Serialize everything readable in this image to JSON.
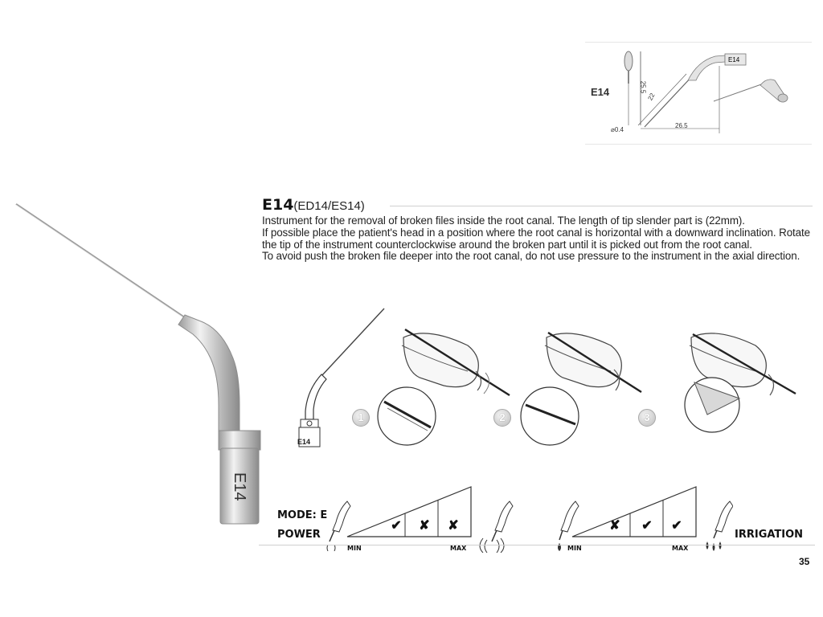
{
  "tech_drawing": {
    "model": "E14",
    "tip_label": "E14",
    "dim_height": "25.5",
    "dim_length": "22",
    "dim_width": "26.5",
    "dim_diameter": "⌀0.4"
  },
  "large_tip": {
    "engraving": "E14"
  },
  "heading": {
    "model": "E14",
    "variants": "(ED14/ES14)"
  },
  "description": [
    "Instrument for the removal of broken files inside the root canal. The length of tip slender part is (22mm).",
    "If possible place the patient's head in a position where the root canal is horizontal with a downward inclination. Rotate the tip of the instrument counterclockwise around the broken part until it is picked out from the root canal.",
    "To avoid push the broken file deeper into the root canal, do not use pressure to the instrument in the axial direction."
  ],
  "steps": [
    "1",
    "2",
    "3"
  ],
  "small_tip_label": "E14",
  "settings": {
    "mode_label": "MODE: E",
    "power_label": "POWER",
    "irrigation_label": "IRRIGATION",
    "power_min": "MIN",
    "power_max": "MAX",
    "irrigation_min": "MIN",
    "irrigation_max": "MAX",
    "power_marks": [
      "✔",
      "✘",
      "✘"
    ],
    "irrigation_marks": [
      "✘",
      "✔",
      "✔"
    ]
  },
  "page_number": "35"
}
